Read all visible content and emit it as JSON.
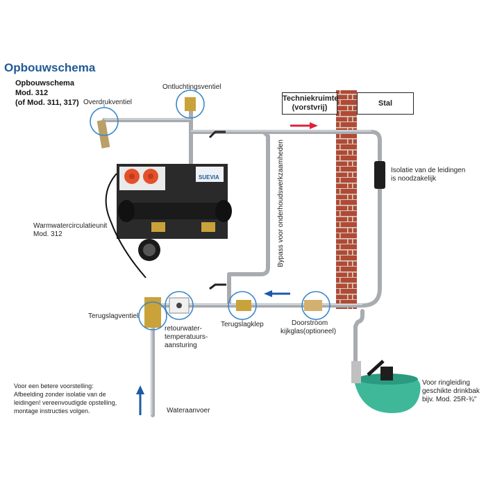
{
  "title": "Opbouwschema",
  "subtitle": [
    "Opbouwschema",
    "Mod. 312",
    "(of Mod. 311, 317)"
  ],
  "boxes": {
    "room": [
      "Techniekruimte",
      "(vorstvrij)"
    ],
    "stable": "Stal"
  },
  "labels": {
    "overdruk": "Overdrukventiel",
    "ontluchting": "Ontluchtingsventiel",
    "isolatie": [
      "Isolatie van de leidingen",
      "is noodzakelijk"
    ],
    "unit": [
      "Warmwatercirculatieunit",
      "Mod. 312"
    ],
    "bypass": "Bypass voor onderhoudswerkzaamheden",
    "terugslagventiel": "Terugslagventiel",
    "retour": [
      "retourwater-",
      "temperatuurs-",
      "aansturing"
    ],
    "terugslagklep": "Terugslagklep",
    "doorstroom": [
      "Doorstroom",
      "kijkglas(optioneel)"
    ],
    "ringleiding": [
      "Voor ringleiding",
      "geschikte drinkbak",
      "bijv. Mod. 25R-¾\""
    ],
    "note": [
      "Voor een betere voorstelling:",
      "Afbeelding zonder isolatie van de",
      "leidingen! vereenvoudigde opstelling,",
      "montage instructies volgen."
    ],
    "wateraanvoer": "Wateraanvoer",
    "brand": "SUEVIA"
  },
  "colors": {
    "title": "#1f5a96",
    "pipe": "#a8acb0",
    "brick": "#b04a35",
    "arrow_red": "#e0203a",
    "arrow_blue": "#1d5aa8",
    "bowl": "#3fb89a",
    "circle": "#3a86c8"
  }
}
